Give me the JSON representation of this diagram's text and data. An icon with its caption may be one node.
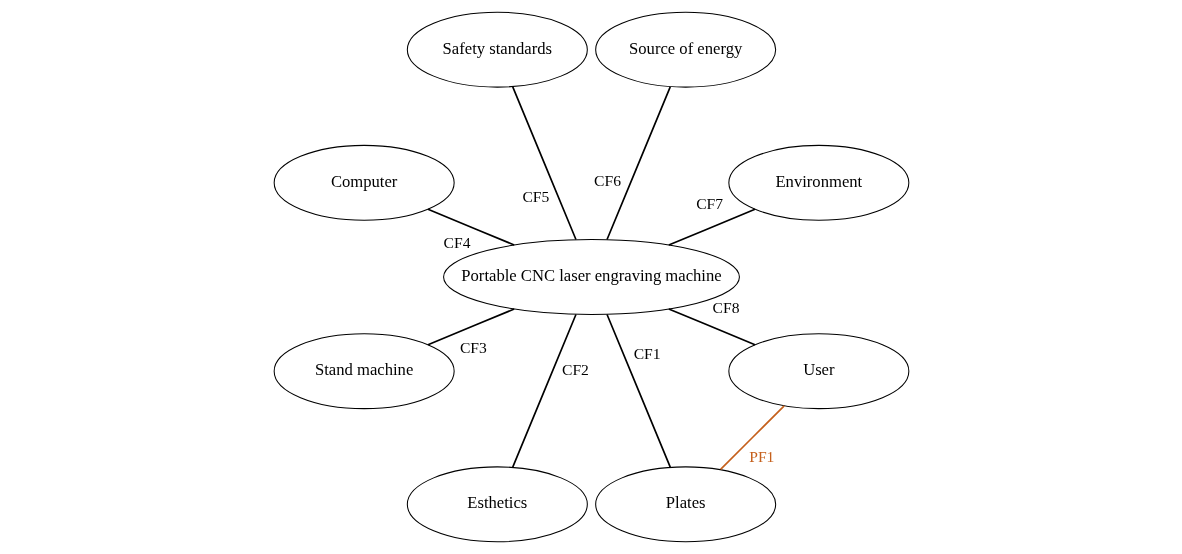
{
  "diagram": {
    "nodes": [
      {
        "text": [
          "Environment"
        ]
      },
      {
        "text": [
          "User"
        ]
      },
      {
        "text": [
          "Source of energy"
        ]
      },
      {
        "text": [
          "Plates"
        ]
      },
      {
        "text": [
          "Portable CNC laser engraving machine"
        ]
      },
      {
        "text": [
          "Safety standards"
        ]
      },
      {
        "text": [
          "Esthetics"
        ]
      },
      {
        "text": [
          "Computer"
        ]
      },
      {
        "text": [
          "Stand machine"
        ]
      }
    ],
    "edges": [
      {
        "from": 4,
        "to": 3,
        "arrow": "none",
        "label": "CF1"
      },
      {
        "from": 4,
        "to": 6,
        "arrow": "none",
        "label": "CF2"
      },
      {
        "from": 4,
        "to": 8,
        "arrow": "none",
        "label": "CF3"
      },
      {
        "from": 4,
        "to": 7,
        "arrow": "none",
        "label": "CF4"
      },
      {
        "from": 4,
        "to": 5,
        "arrow": "none",
        "label": "CF5"
      },
      {
        "from": 4,
        "to": 2,
        "arrow": "none",
        "label": "CF6"
      },
      {
        "from": 4,
        "to": 0,
        "arrow": "none",
        "label": "CF7"
      },
      {
        "from": 4,
        "to": 1,
        "arrow": "none",
        "label": "CF8"
      },
      {
        "from": 1,
        "to": 3,
        "arrow": "none",
        "label": "PF1",
        "color": "#c5601c"
      }
    ]
  }
}
